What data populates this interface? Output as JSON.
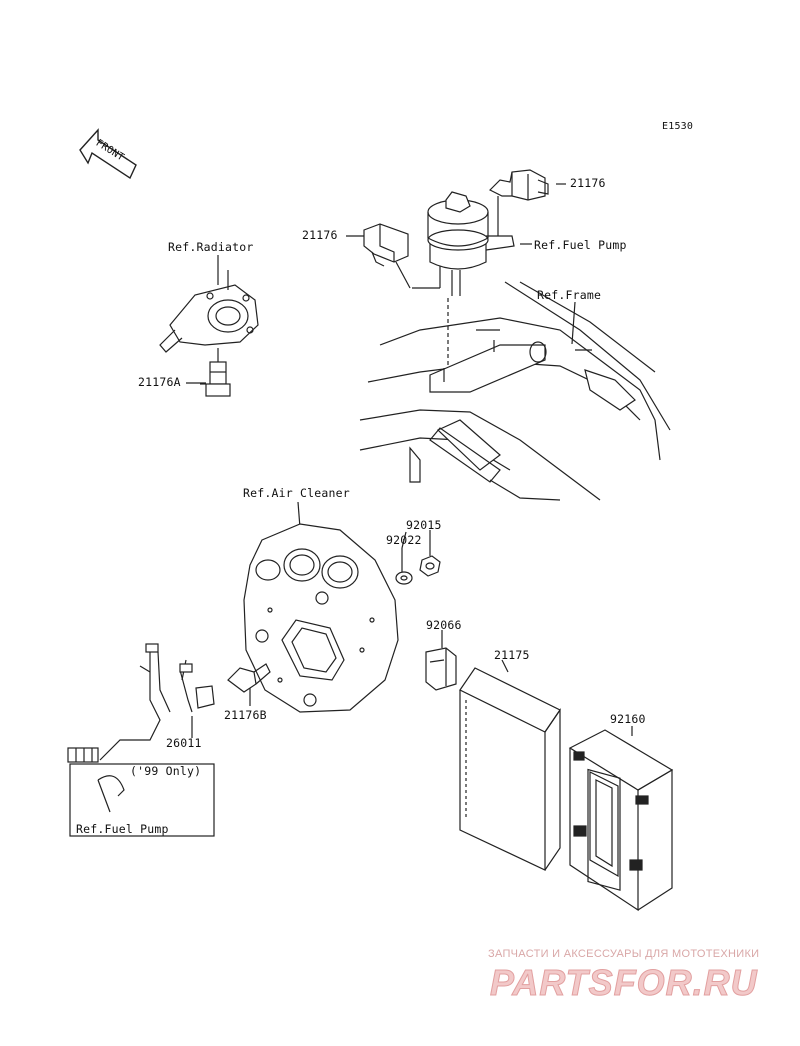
{
  "diagram_code": "E1530",
  "front_label": "FRONT",
  "labels": {
    "ref_radiator": "Ref.Radiator",
    "ref_fuel_pump_top": "Ref.Fuel Pump",
    "ref_frame": "Ref.Frame",
    "ref_air_cleaner": "Ref.Air Cleaner",
    "ref_fuel_pump_inset": "Ref.Fuel Pump",
    "only_99": "('99 Only)"
  },
  "parts": {
    "p21176_right": "21176",
    "p21176_left": "21176",
    "p21176A": "21176A",
    "p21176B": "21176B",
    "p26011": "26011",
    "p92015": "92015",
    "p92022": "92022",
    "p92066": "92066",
    "p21175": "21175",
    "p92160": "92160"
  },
  "watermark": {
    "tagline": "ЗАПЧАСТИ И АКСЕССУАРЫ ДЛЯ МОТОТЕХНИКИ",
    "logo": "PARTSFOR.RU",
    "color": "#f2c9c9"
  }
}
